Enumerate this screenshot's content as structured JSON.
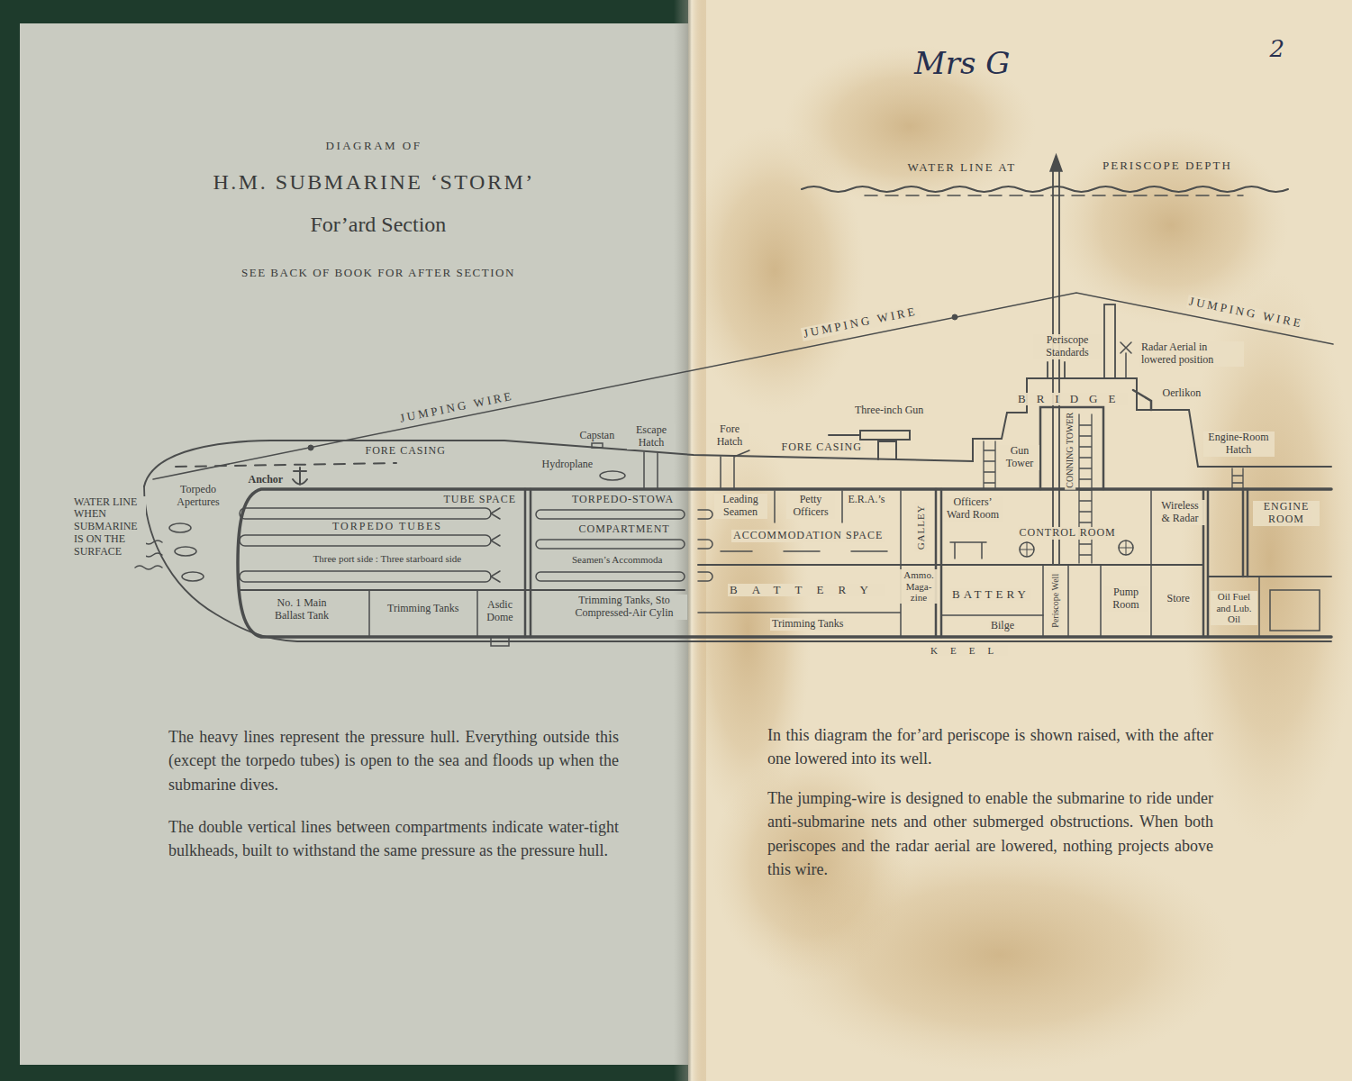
{
  "diagram": {
    "title": "H.M. SUBMARINE ‘STORM’",
    "labels": [
      "DIAGRAM OF",
      "For’ard Section",
      "SEE BACK OF BOOK FOR AFTER SECTION",
      "JUMPING WIRE",
      "JUMPING WIRE",
      "JUMPING WIRE",
      "WATER LINE AT",
      "PERISCOPE DEPTH",
      "Mrs G",
      "2",
      "Periscope Standards",
      "Radar Aerial in lowered position",
      "BRIDGE",
      "Oerlikon",
      "Three-inch Gun",
      "Capstan",
      "Escape Hatch",
      "Hydroplane",
      "FORE CASING",
      "Fore Hatch",
      "FORE CASING",
      "Gun Tower",
      "CONNING TOWER",
      "Engine-Room Hatch",
      "Anchor",
      "WATER LINE WHEN SUBMARINE IS ON THE SURFACE",
      "Torpedo Apertures",
      "TUBE SPACE",
      "TORPEDO-STOWA",
      "COMPARTMENT",
      "Seamen’s Accommoda",
      "Trimming Tanks, Sto Compressed-Air Cylin",
      "TORPEDO TUBES",
      "Three port side : Three starboard side",
      "No. 1 Main Ballast Tank",
      "Trimming Tanks",
      "Asdic Dome",
      "Leading Seamen",
      "Petty Officers",
      "E.R.A.’s",
      "GALLEY",
      "Officers’ Ward Room",
      "Wireless & Radar",
      "ENGINE ROOM",
      "ACCOMMODATION SPACE",
      "CONTROL ROOM",
      "BATTERY",
      "Ammo. Maga- zine",
      "BATTERY",
      "Periscope Well",
      "Pump Room",
      "Store",
      "Oil Fuel and Lub. Oil",
      "Trimming Tanks",
      "Bilge",
      "KEEL",
      "The heavy lines represent the pressure hull. Everything outside this (except the torpedo tubes) is open to the sea and floods up when the submarine dives.",
      "The double vertical lines between compartments indicate water-tight bulkheads, built to withstand the same pressure as the pressure hull.",
      "In this diagram the for’ard periscope is shown raised, with the after one lowered into its well.",
      "The jumping-wire is designed to enable the submarine to ride under anti-submarine nets and other submerged obstructions. When both periscopes and the radar aerial are lowered, nothing projects above this wire."
    ]
  }
}
